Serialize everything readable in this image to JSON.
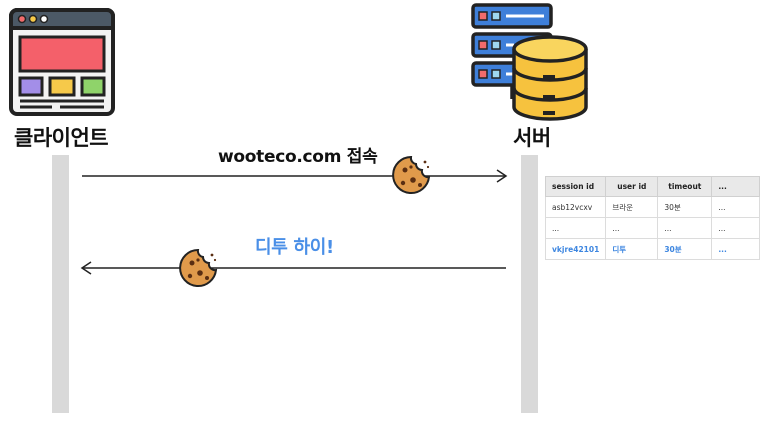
{
  "participants": {
    "client": "클라이언트",
    "server": "서버"
  },
  "messages": {
    "request": "wooteco.com 접속",
    "response": "디투 하이!"
  },
  "session_table": {
    "headers": [
      "session id",
      "user id",
      "timeout",
      "..."
    ],
    "rows": [
      [
        "asb12vcxv",
        "브라운",
        "30분",
        "..."
      ],
      [
        "...",
        "...",
        "...",
        "..."
      ],
      [
        "vkjre42101",
        "디투",
        "30분",
        "..."
      ]
    ]
  },
  "colors": {
    "highlight": "#3d86e0",
    "response_text": "#4a8fe7",
    "lifeline": "#d9d9d9",
    "cookie": "#e09a4b"
  },
  "icons": [
    "browser-window-icon",
    "server-database-icon",
    "cookie-icon"
  ]
}
